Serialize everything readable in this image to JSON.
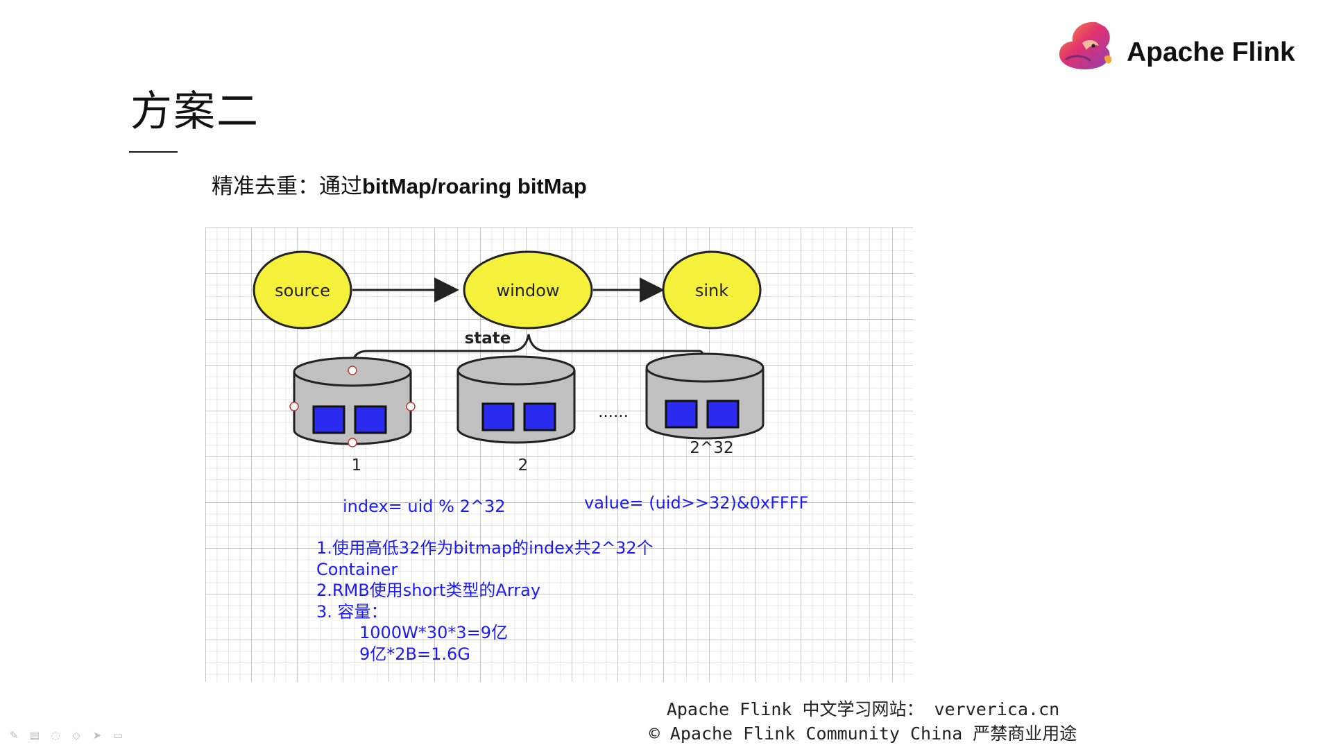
{
  "brand": {
    "name": "Apache Flink"
  },
  "slide": {
    "title": "方案二",
    "subtitle_prefix": "精准去重：通过",
    "subtitle_bold": "bitMap/roaring bitMap"
  },
  "diagram": {
    "nodes": [
      "source",
      "window",
      "sink"
    ],
    "state_label": "state",
    "ellipsis": "......",
    "containers": [
      "1",
      "2",
      "2^32"
    ],
    "index_formula": "index= uid % 2^32",
    "value_formula": "value= (uid>>32)&0xFFFF",
    "notes": [
      "1.使用高低32作为bitmap的index共2^32个",
      "Container",
      "2.RMB使用short类型的Array",
      "3. 容量：",
      "1000W*30*3=9亿",
      "9亿*2B=1.6G"
    ]
  },
  "footer": {
    "line1": "Apache Flink 中文学习网站： ververica.cn",
    "line2": "© Apache Flink Community China  严禁商业用途"
  },
  "colors": {
    "node_fill": "#f5f03a",
    "cylinder_fill": "#c0c0c0",
    "block_fill": "#2b2bf0",
    "note_text": "#1a1aff"
  },
  "toolbar_icons": [
    "pen-icon",
    "slides-icon",
    "eraser-icon",
    "highlighter-icon",
    "pointer-icon",
    "screen-icon"
  ]
}
